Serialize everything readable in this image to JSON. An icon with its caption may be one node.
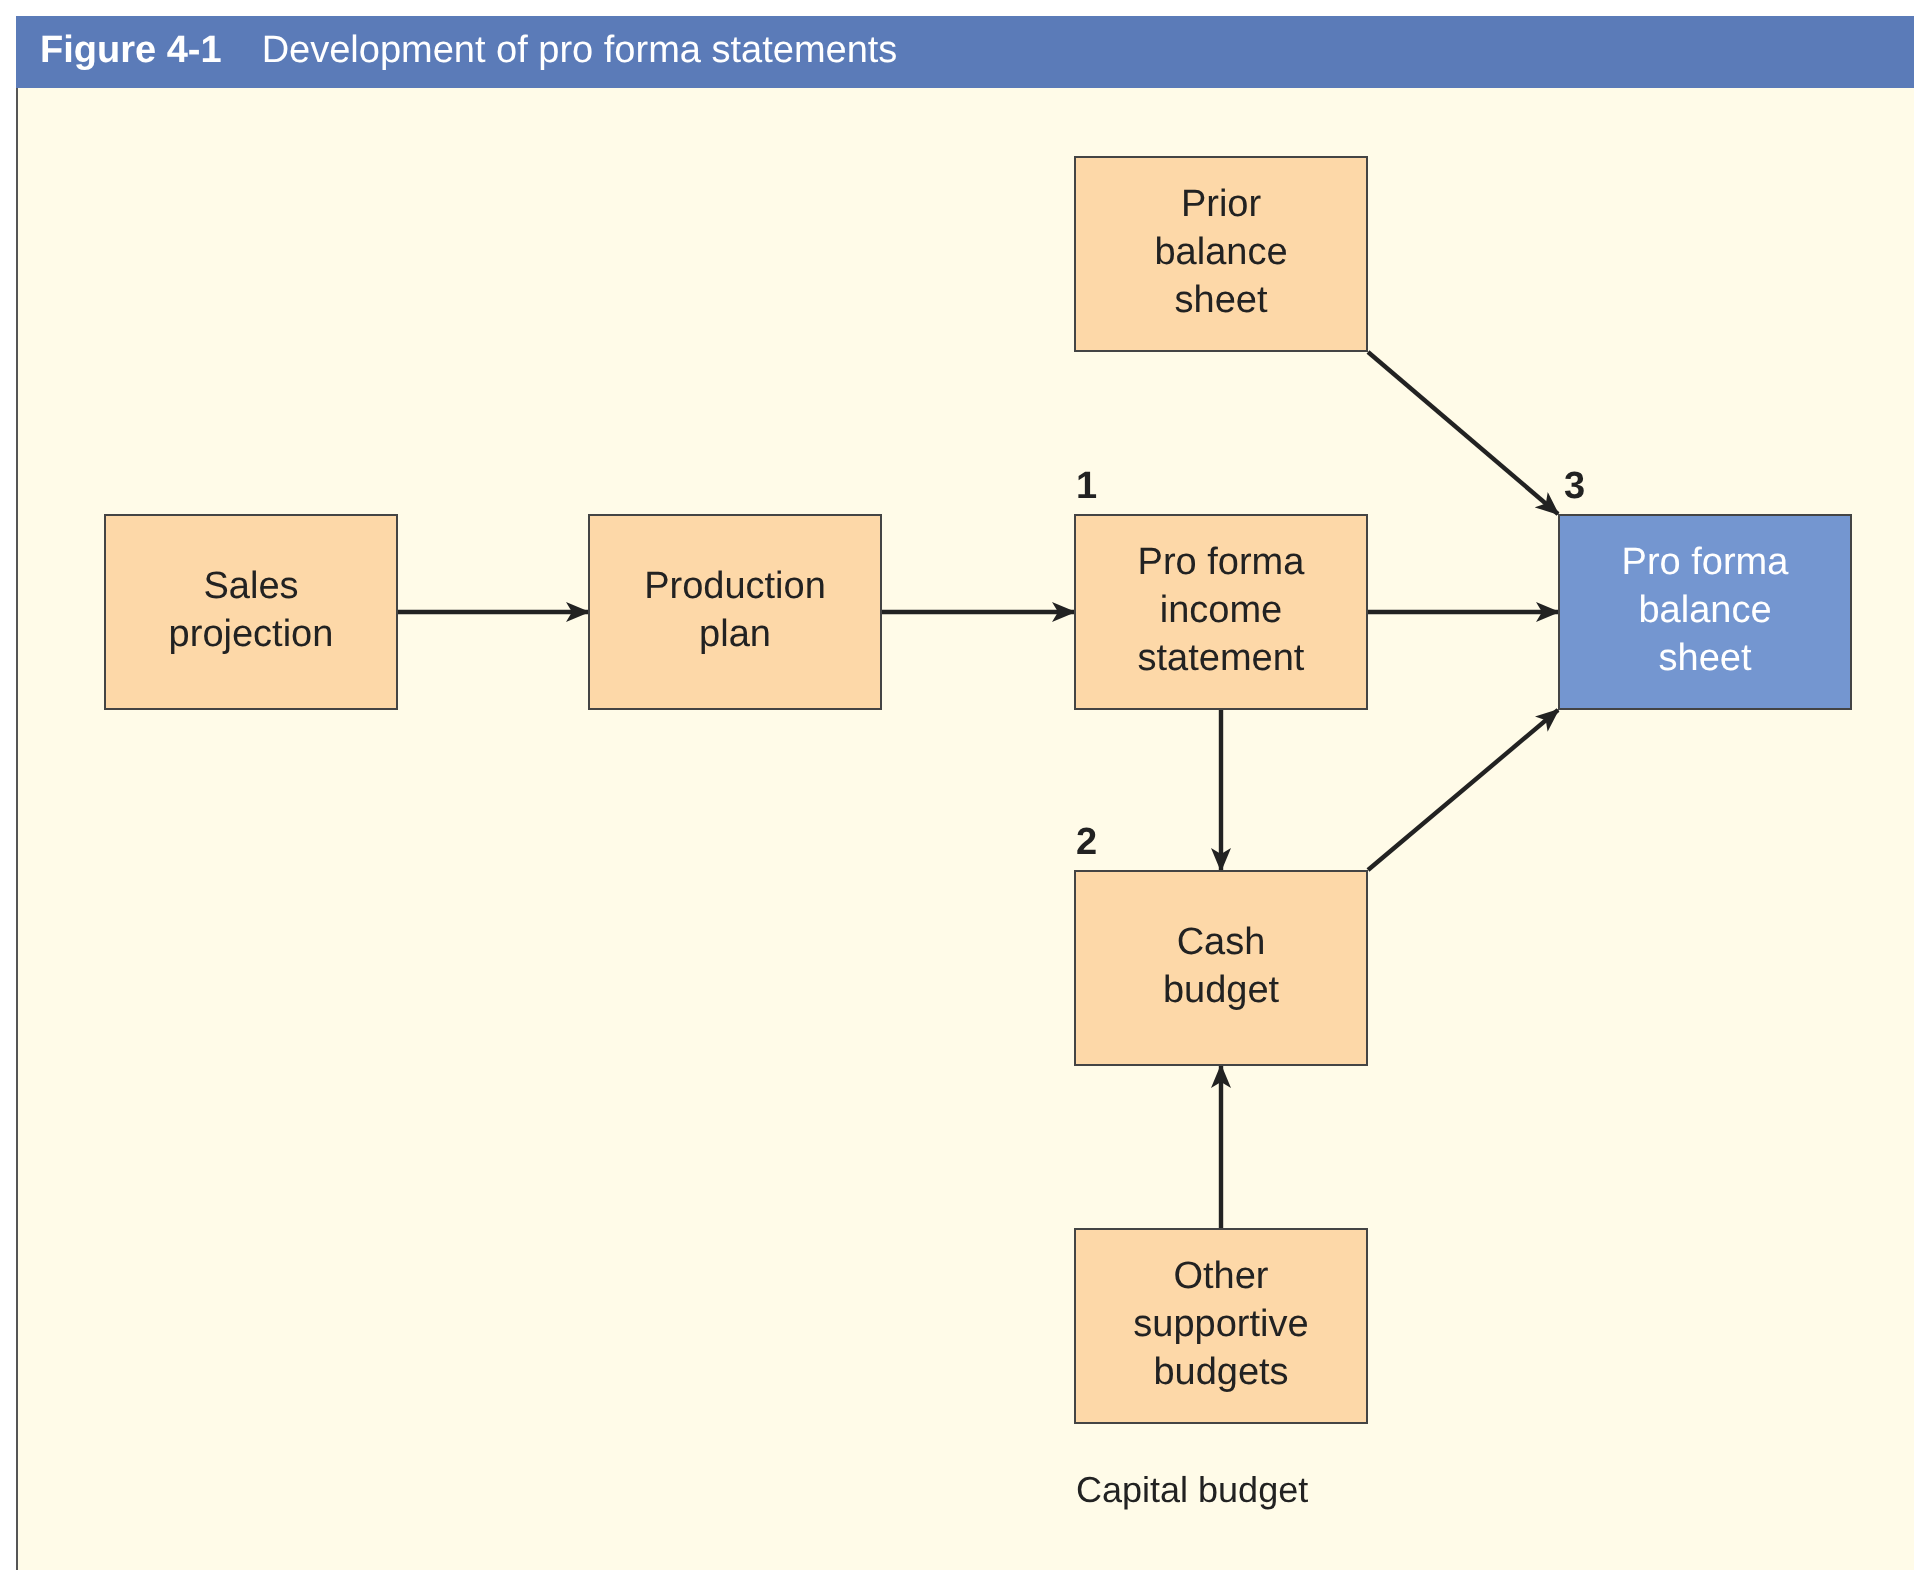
{
  "diagram": {
    "title": "Development of pro forma statements",
    "nodes": [
      {
        "text": [
          "Sales projection"
        ]
      },
      {
        "text": [
          "Production plan"
        ]
      },
      {
        "text": [
          "Pro forma income statement"
        ],
        "beside": [
          "1"
        ]
      },
      {
        "text": [
          "Prior balance sheet"
        ]
      },
      {
        "text": [
          "Pro forma balance sheet"
        ],
        "beside": [
          "3"
        ]
      },
      {
        "text": [
          "Cash budget"
        ],
        "beside": [
          "2"
        ]
      },
      {
        "text": [
          "Other supportive budgets"
        ],
        "beside": [
          "Capital budget"
        ]
      }
    ],
    "edges": [
      {
        "from": 0,
        "to": 1,
        "arrow": "to"
      },
      {
        "from": 1,
        "to": 2,
        "arrow": "to"
      },
      {
        "from": 2,
        "to": 4,
        "arrow": "to"
      },
      {
        "from": 3,
        "to": 4,
        "arrow": "to"
      },
      {
        "from": 2,
        "to": 5,
        "arrow": "to"
      },
      {
        "from": 5,
        "to": 4,
        "arrow": "to"
      },
      {
        "from": 6,
        "to": 5,
        "arrow": "to"
      }
    ],
    "labels": [
      "Figure 4-1"
    ]
  }
}
